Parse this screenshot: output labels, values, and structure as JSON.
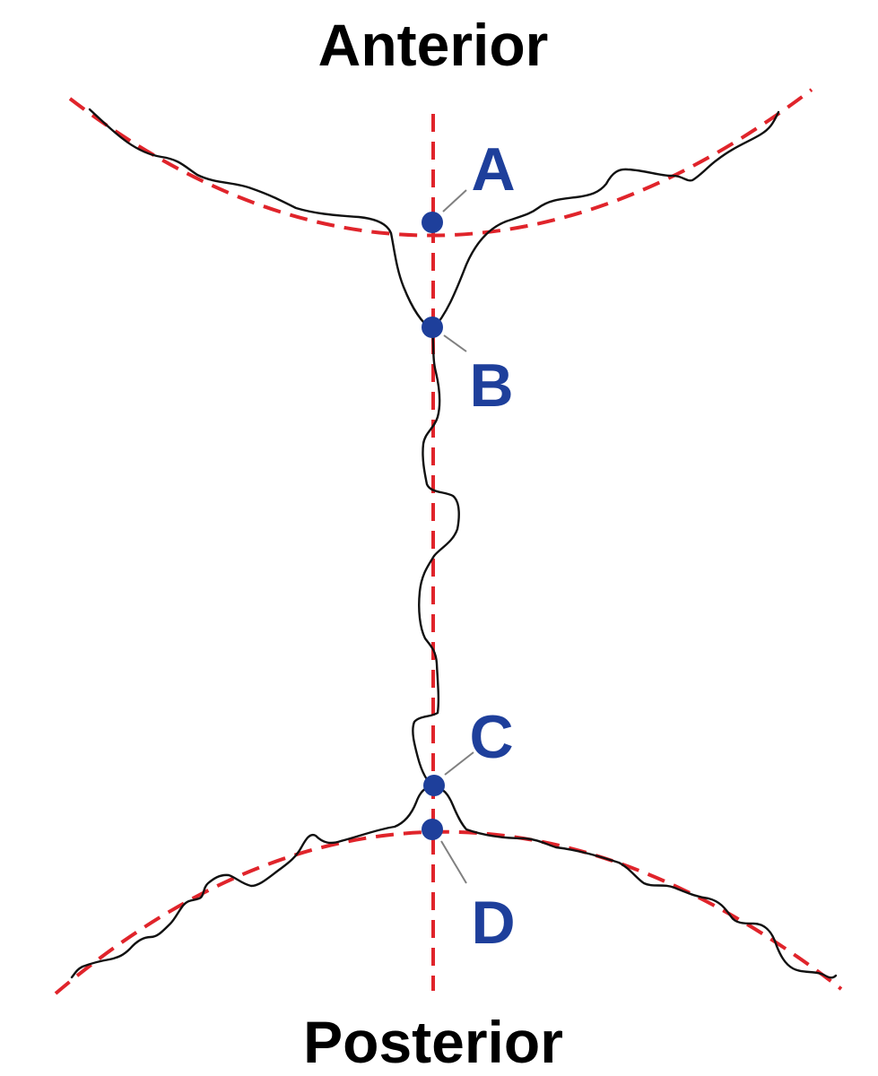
{
  "headings": {
    "top": "Anterior",
    "bottom": "Posterior"
  },
  "points": [
    {
      "id": "A",
      "label": "A"
    },
    {
      "id": "B",
      "label": "B"
    },
    {
      "id": "C",
      "label": "C"
    },
    {
      "id": "D",
      "label": "D"
    }
  ],
  "colors": {
    "reference_line": "#e0242b",
    "suture_line": "#111111",
    "point_marker": "#1e3f9b",
    "leader_line": "#808080",
    "label_text": "#1e3f9b",
    "heading_text": "#000000"
  }
}
